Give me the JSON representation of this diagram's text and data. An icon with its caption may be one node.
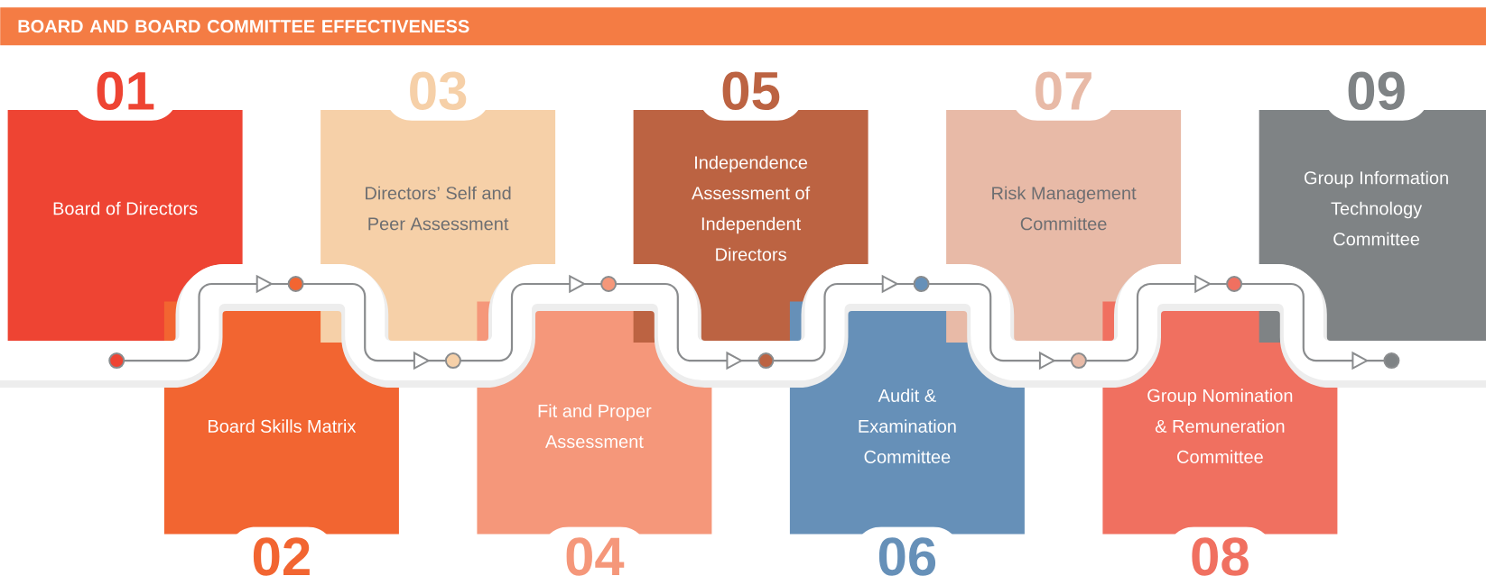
{
  "diagram": {
    "title": "BOARD AND BOARD COMMITTEE EFFECTIVENESS",
    "nodes": [
      {
        "text": [
          "01",
          "Board of Directors"
        ]
      },
      {
        "text": [
          "Board Skills Matrix",
          "02"
        ]
      },
      {
        "text": [
          "03",
          "Directors’ Self and Peer Assessment"
        ]
      },
      {
        "text": [
          "Fit and Proper Assessment",
          "04"
        ]
      },
      {
        "text": [
          "05",
          "Independence Assessment of Independent Directors"
        ]
      },
      {
        "text": [
          "Audit & Examination Committee",
          "06"
        ]
      },
      {
        "text": [
          "07",
          "Risk Management Committee"
        ]
      },
      {
        "text": [
          "Group Nomination & Remuneration Committee",
          "08"
        ]
      },
      {
        "text": [
          "09",
          "Group Information Technology Committee"
        ]
      }
    ],
    "edges": [
      {
        "from": 0,
        "to": 1,
        "arrow": "to"
      },
      {
        "from": 1,
        "to": 2,
        "arrow": "to"
      },
      {
        "from": 2,
        "to": 3,
        "arrow": "to"
      },
      {
        "from": 3,
        "to": 4,
        "arrow": "to"
      },
      {
        "from": 4,
        "to": 5,
        "arrow": "to"
      },
      {
        "from": 5,
        "to": 6,
        "arrow": "to"
      },
      {
        "from": 6,
        "to": 7,
        "arrow": "to"
      },
      {
        "from": 7,
        "to": 8,
        "arrow": "to"
      }
    ]
  }
}
